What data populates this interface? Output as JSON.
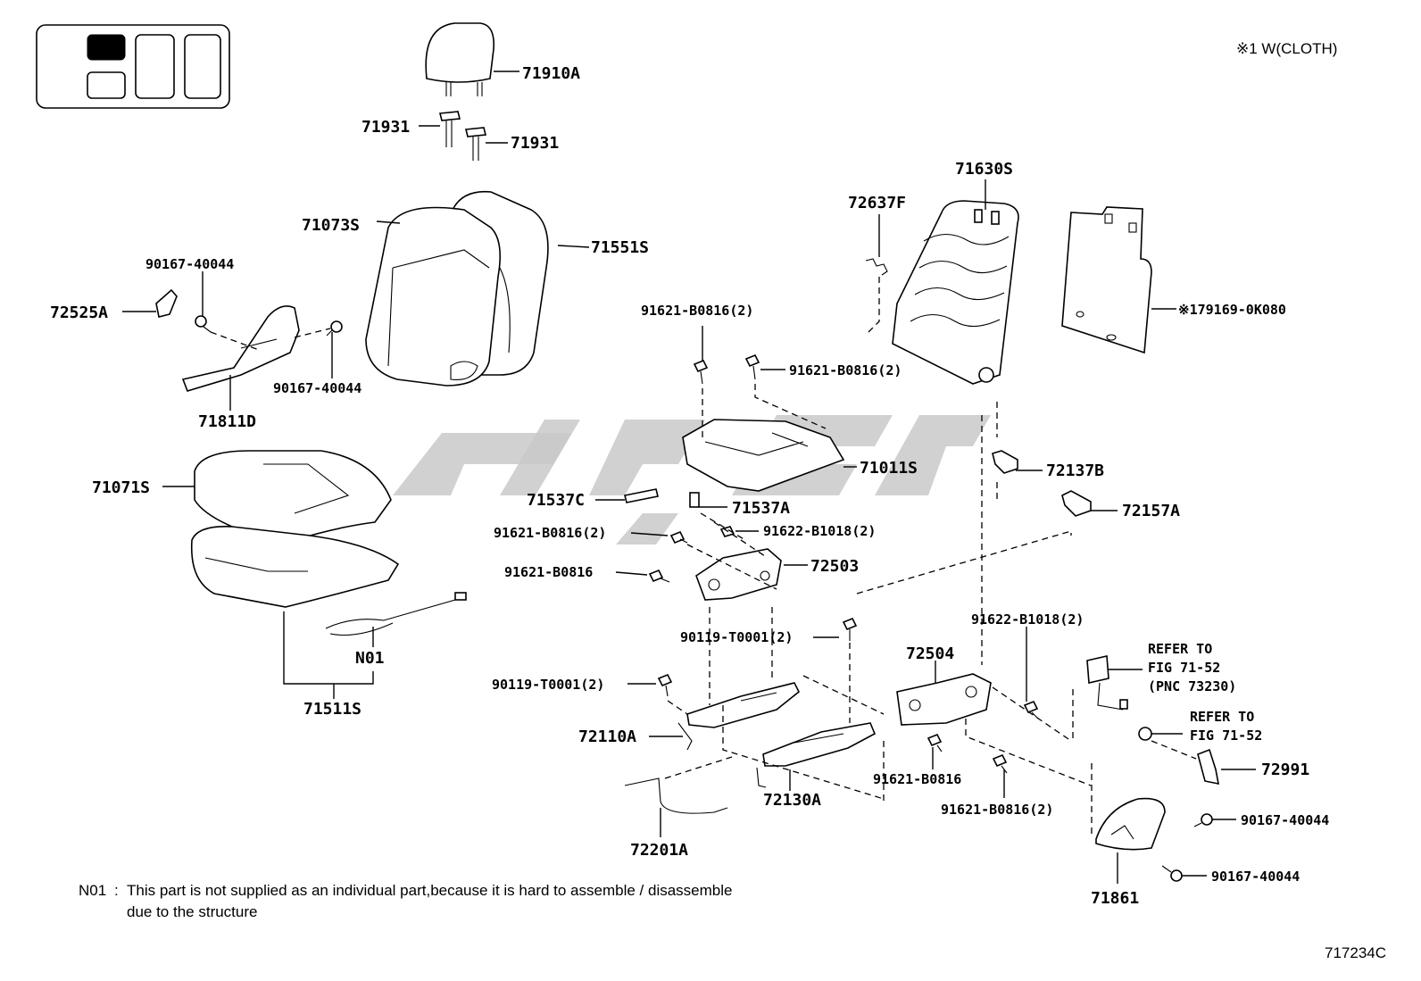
{
  "note_top_right": "※1 W(CLOTH)",
  "drawing_id": "717234C",
  "footnote": {
    "code": "N01",
    "line1": "This part is not supplied as an individual part,because it is hard to assemble / disassemble",
    "line2": "due to the structure"
  },
  "callouts": {
    "c71910A": "71910A",
    "c71931_left": "71931",
    "c71931_right": "71931",
    "c71073S": "71073S",
    "c71551S": "71551S",
    "c90167_top": "90167-40044",
    "c72525A": "72525A",
    "c90167_mid": "90167-40044",
    "c71811D": "71811D",
    "c71071S": "71071S",
    "cN01": "N01",
    "c71511S": "71511S",
    "c71630S": "71630S",
    "c72637F": "72637F",
    "c179169": "※179169-0K080",
    "c91621_a": "91621-B0816(2)",
    "c91621_b": "91621-B0816(2)",
    "c71011S": "71011S",
    "c72137B": "72137B",
    "c71537C": "71537C",
    "c71537A": "71537A",
    "c72157A": "72157A",
    "c91621_c": "91621-B0816(2)",
    "c91622_a": "91622-B1018(2)",
    "c91621_d": "91621-B0816",
    "c72503": "72503",
    "c90119_a": "90119-T0001(2)",
    "c72504": "72504",
    "c91622_b": "91622-B1018(2)",
    "c90119_b": "90119-T0001(2)",
    "c72110A": "72110A",
    "c72130A": "72130A",
    "c91621_e": "91621-B0816",
    "c91621_f": "91621-B0816(2)",
    "c72201A": "72201A",
    "refer1_l1": "REFER TO",
    "refer1_l2": "FIG 71-52",
    "refer1_l3": "(PNC 73230)",
    "refer2_l1": "REFER TO",
    "refer2_l2": "FIG 71-52",
    "c72991": "72991",
    "c90167_r1": "90167-40044",
    "c90167_r2": "90167-40044",
    "c71861": "71861"
  },
  "seat_selector": {
    "selected_color": "#000000",
    "unselected_color": "#ffffff"
  },
  "watermark_color": "#c9c9c9"
}
